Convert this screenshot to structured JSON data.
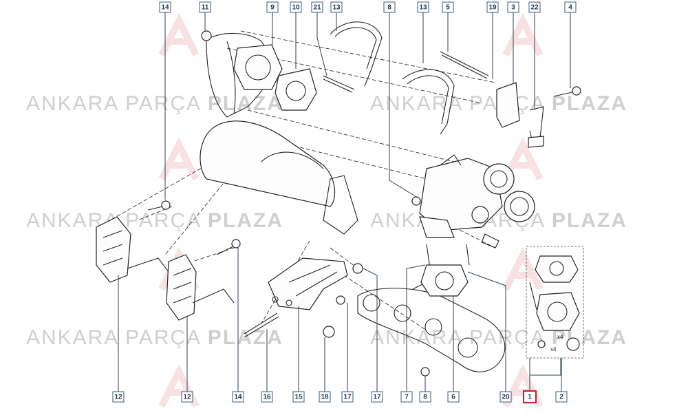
{
  "watermark": {
    "word1": "ANKARA",
    "word2": "PARÇA",
    "word3": "PLAZA"
  },
  "callouts_top": [
    "14",
    "11",
    "9",
    "10",
    "21",
    "13",
    "8",
    "13",
    "5",
    "19",
    "3",
    "22",
    "4"
  ],
  "callouts_bottom": [
    "12",
    "12",
    "14",
    "16",
    "15",
    "18",
    "17",
    "17",
    "7",
    "8",
    "6",
    "20",
    "1",
    "2"
  ],
  "highlighted_callout": "1",
  "kit_quantity_labels": [
    "x4",
    "x4"
  ]
}
